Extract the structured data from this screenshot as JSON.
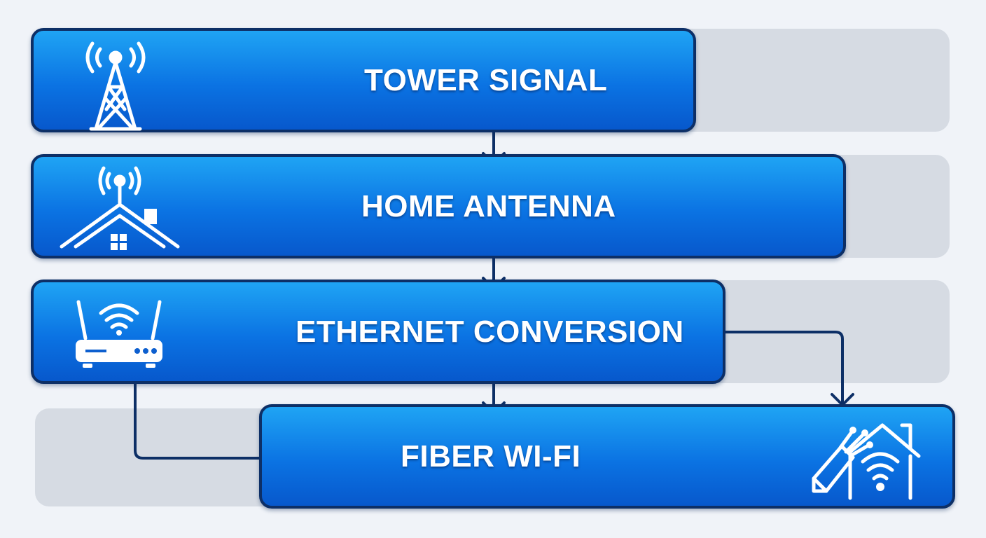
{
  "diagram": {
    "steps": [
      {
        "id": "tower",
        "label": "TOWER SIGNAL",
        "icon": "cell-tower-icon"
      },
      {
        "id": "antenna",
        "label": "HOME ANTENNA",
        "icon": "house-antenna-icon"
      },
      {
        "id": "ethernet",
        "label": "ETHERNET CONVERSION",
        "icon": "router-icon"
      },
      {
        "id": "fiber",
        "label": "FIBER WI-FI",
        "icon": "fiber-home-wifi-icon"
      }
    ],
    "colors": {
      "box_fill_top": "#1fa4f4",
      "box_fill_bottom": "#0758cc",
      "box_border": "#0d2f66",
      "track": "#d6dbe3",
      "background": "#f0f3f8"
    }
  }
}
